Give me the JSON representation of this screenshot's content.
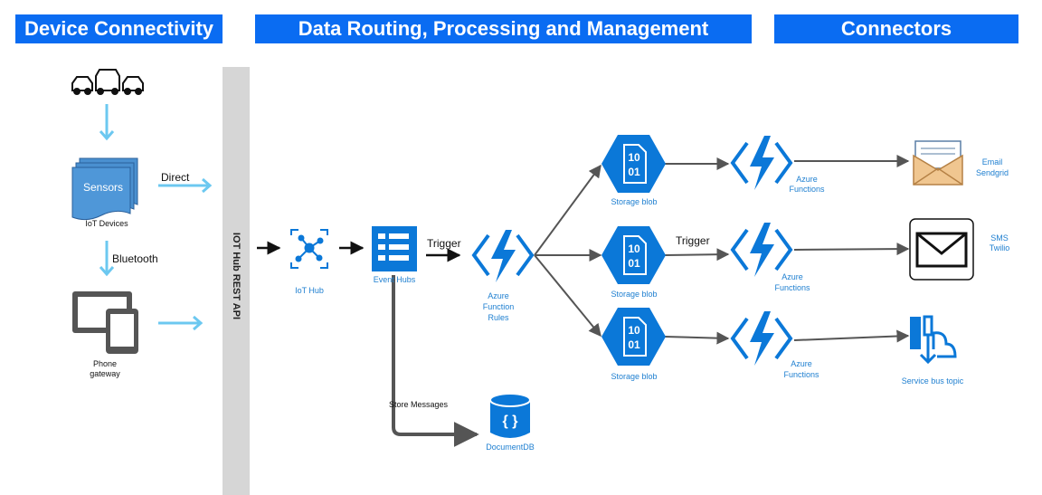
{
  "headers": {
    "device": "Device Connectivity",
    "routing": "Data Routing, Processing and Management",
    "connectors": "Connectors"
  },
  "api_bar": {
    "label": "IOT Hub REST API"
  },
  "nodes": {
    "sensors": {
      "icon_text": "Sensors",
      "caption": "IoT Devices"
    },
    "phone": {
      "caption_line1": "Phone",
      "caption_line2": "gateway"
    },
    "iot_hub": {
      "caption": "IoT Hub"
    },
    "event_hubs": {
      "caption": "Event Hubs"
    },
    "function_rules": {
      "line1": "Azure",
      "line2": "Function",
      "line3": "Rules"
    },
    "blob_top": {
      "glyph1": "10",
      "glyph2": "01",
      "caption": "Storage blob"
    },
    "blob_mid": {
      "glyph1": "10",
      "glyph2": "01",
      "caption": "Storage blob"
    },
    "blob_bot": {
      "glyph1": "10",
      "glyph2": "01",
      "caption": "Storage blob"
    },
    "func_top": {
      "line1": "Azure",
      "line2": "Functions"
    },
    "func_mid": {
      "line1": "Azure",
      "line2": "Functions"
    },
    "func_bot": {
      "line1": "Azure",
      "line2": "Functions"
    },
    "email": {
      "line1": "Email",
      "line2": "Sendgrid"
    },
    "sms": {
      "line1": "SMS",
      "line2": "Twilio"
    },
    "service_bus": {
      "caption": "Service bus topic"
    },
    "documentdb": {
      "glyph": "{ }",
      "caption": "DocumentDB"
    }
  },
  "edges": {
    "direct": "Direct",
    "bluetooth": "Bluetooth",
    "trigger_event": "Trigger",
    "trigger_blob": "Trigger",
    "store_messages": "Store Messages"
  },
  "colors": {
    "header_bg": "#0a6cf2",
    "azure_blue": "#0b78d8",
    "light_arrow": "#6cc8f0",
    "api_bar": "#d6d6d6",
    "connector_line": "#555555",
    "caption_blue": "#1e7fd0"
  }
}
